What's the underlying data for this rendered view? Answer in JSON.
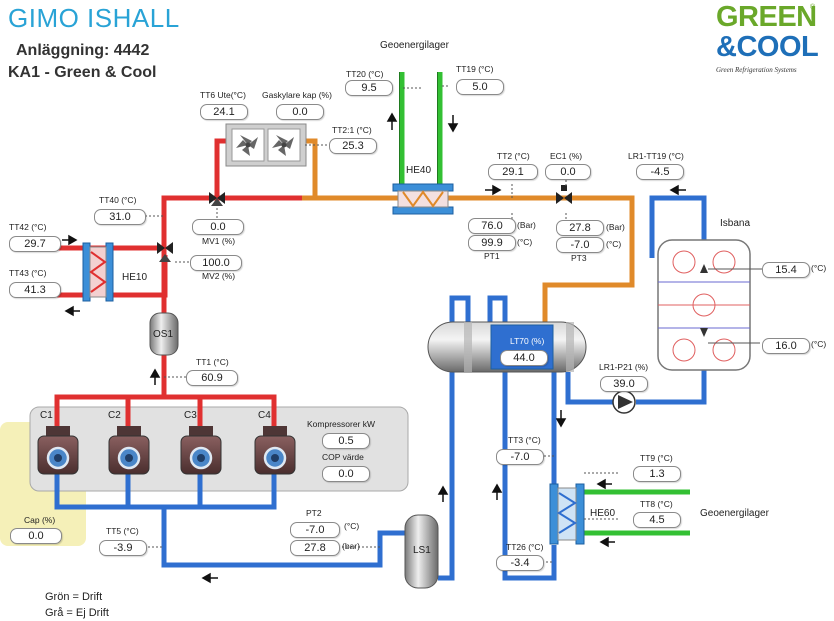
{
  "header": {
    "title": "GIMO ISHALL",
    "installation": "Anläggning: 4442",
    "unit": "KA1 - Green & Cool"
  },
  "logo": {
    "line1": "GREEN",
    "line2": "&COOL",
    "tagline": "Green Refrigeration Systems",
    "registered": "®",
    "green_color": "#6aa82a",
    "blue_color": "#1e6fb8"
  },
  "colors": {
    "hot_pipe": "#e03030",
    "warm_pipe": "#e08a2a",
    "cold_pipe": "#2f6fd0",
    "ground_pipe": "#33c033",
    "title_blue": "#29a3d6",
    "selected_highlight": "#f5f0b8"
  },
  "components": {
    "he40": "HE40",
    "he10": "HE10",
    "he60": "HE60",
    "os1": "OS1",
    "ls1": "LS1",
    "isbana": "Isbana",
    "geo_top": "Geoenergilager",
    "geo_right": "Geoenergilager",
    "c1": "C1",
    "c2": "C2",
    "c3": "C3",
    "c4": "C4"
  },
  "sensors": {
    "tt20": {
      "label": "TT20 (°C)",
      "value": "9.5"
    },
    "tt19": {
      "label": "TT19 (°C)",
      "value": "5.0"
    },
    "tt6": {
      "label": "TT6 Ute(°C)",
      "value": "24.1"
    },
    "gaskylare": {
      "label": "Gaskylare kap (%)",
      "value": "0.0"
    },
    "tt2_1": {
      "label": "TT2:1 (°C)",
      "value": "25.3"
    },
    "tt40": {
      "label": "TT40 (°C)",
      "value": "31.0"
    },
    "mv1": {
      "label": "MV1 (%)",
      "value": "0.0"
    },
    "mv2": {
      "label": "MV2 (%)",
      "value": "100.0"
    },
    "tt42": {
      "label": "TT42 (°C)",
      "value": "29.7"
    },
    "tt43": {
      "label": "TT43 (°C)",
      "value": "41.3"
    },
    "tt2": {
      "label": "TT2 (°C)",
      "value": "29.1"
    },
    "ec1": {
      "label": "EC1 (%)",
      "value": "0.0"
    },
    "lr1_tt19": {
      "label": "LR1-TT19 (°C)",
      "value": "-4.5"
    },
    "pt1_bar": {
      "unit": "(Bar)",
      "value": "76.0"
    },
    "pt1_c": {
      "unit": "(°C)",
      "value": "99.9"
    },
    "pt1": {
      "label": "PT1"
    },
    "pt3_bar": {
      "unit": "(Bar)",
      "value": "27.8"
    },
    "pt3_c": {
      "unit": "(°C)",
      "value": "-7.0"
    },
    "pt3": {
      "label": "PT3"
    },
    "isbana_top": {
      "unit": "(°C)",
      "value": "15.4"
    },
    "isbana_bottom": {
      "unit": "(°C)",
      "value": "16.0"
    },
    "lt70": {
      "label": "LT70 (%)",
      "value": "44.0"
    },
    "tt1": {
      "label": "TT1 (°C)",
      "value": "60.9"
    },
    "lr1_p21": {
      "label": "LR1-P21 (%)",
      "value": "39.0"
    },
    "komp_kw": {
      "label": "Kompressorer kW",
      "value": "0.5"
    },
    "cop": {
      "label": "COP värde",
      "value": "0.0"
    },
    "tt3": {
      "label": "TT3 (°C)",
      "value": "-7.0"
    },
    "tt9": {
      "label": "TT9 (°C)",
      "value": "1.3"
    },
    "tt8": {
      "label": "TT8 (°C)",
      "value": "4.5"
    },
    "cap": {
      "label": "Cap (%)",
      "value": "0.0"
    },
    "tt5": {
      "label": "TT5 (°C)",
      "value": "-3.9"
    },
    "pt2": {
      "label": "PT2",
      "c_unit": "(°C)",
      "bar_unit": "(bar)",
      "c_value": "-7.0",
      "bar_value": "27.8"
    },
    "tt26": {
      "label": "TT26 (°C)",
      "value": "-3.4"
    }
  },
  "legend": {
    "green": "Grön = Drift",
    "grey": "Grå = Ej Drift"
  }
}
